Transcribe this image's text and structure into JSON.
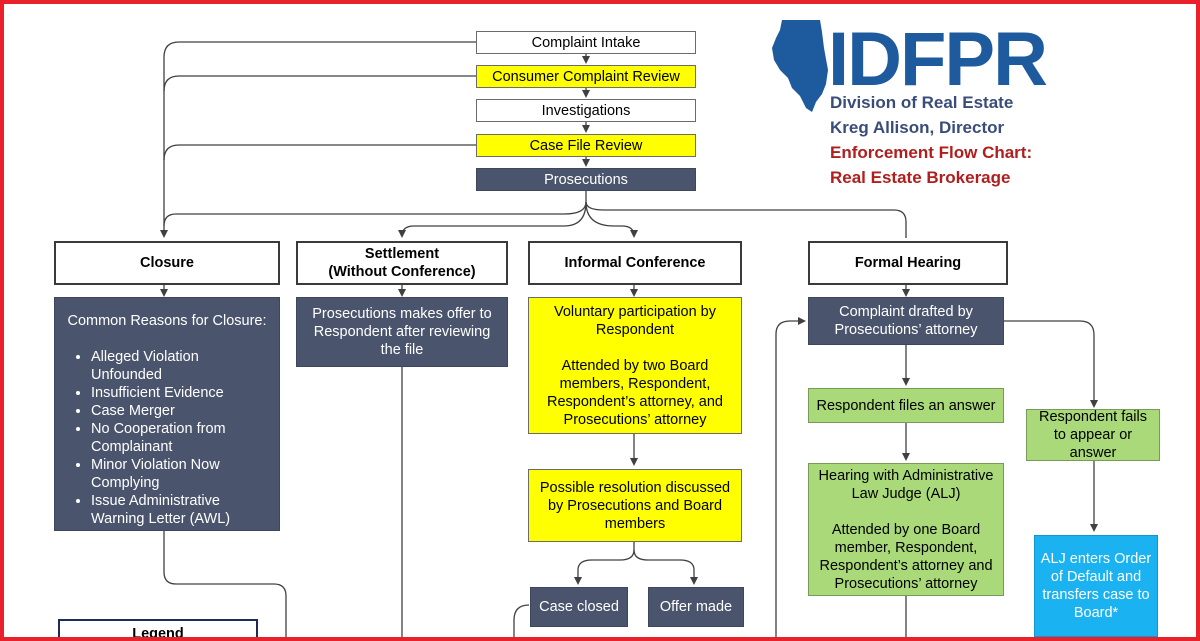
{
  "pipeline": {
    "intake": "Complaint Intake",
    "consumer_review": "Consumer Complaint Review",
    "investigations": "Investigations",
    "case_file_review": "Case File Review",
    "prosecutions": "Prosecutions"
  },
  "branding": {
    "logo_text": "IDFPR",
    "division": "Division of Real Estate",
    "director": "Kreg Allison, Director",
    "chart_title_1": "Enforcement Flow Chart:",
    "chart_title_2": "Real Estate Brokerage"
  },
  "headers": {
    "closure": "Closure",
    "settlement": "Settlement\n(Without Conference)",
    "informal": "Informal Conference",
    "formal": "Formal Hearing"
  },
  "closure": {
    "title": "Common Reasons for Closure:",
    "reasons": [
      "Alleged Violation Unfounded",
      "Insufficient Evidence",
      "Case Merger",
      "No Cooperation from Complainant",
      "Minor Violation Now Complying",
      "Issue Administrative Warning Letter (AWL)"
    ]
  },
  "settlement": {
    "offer": "Prosecutions makes offer to Respondent after reviewing the file"
  },
  "informal": {
    "voluntary": "Voluntary participation by Respondent\n\nAttended by two Board members, Respondent, Respondent’s attorney, and Prosecutions’ attorney",
    "resolution": "Possible resolution discussed by Prosecutions and Board members",
    "case_closed": "Case closed",
    "offer_made": "Offer made"
  },
  "formal": {
    "complaint": "Complaint drafted by Prosecutions’ attorney",
    "answer": "Respondent files an answer",
    "hearing": "Hearing with Administrative Law Judge (ALJ)\n\nAttended by one Board member, Respondent, Respondent’s attorney and Prosecutions’ attorney",
    "fails": "Respondent fails to appear or answer",
    "default": "ALJ enters Order of Default and transfers case to Board*"
  },
  "legend": {
    "title": "Legend"
  },
  "colors": {
    "border": "#e8212b",
    "slate": "#4a546c",
    "yellow": "#ffff00",
    "green": "#a9d978",
    "cyan": "#1ab2f0",
    "brand_blue": "#1e5a9e",
    "title_red": "#b01e1e"
  }
}
